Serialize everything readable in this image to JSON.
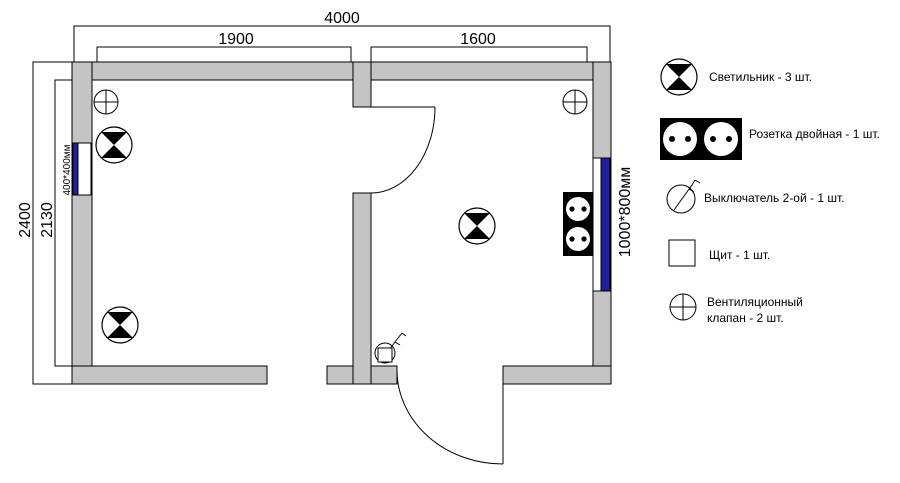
{
  "dimensions": {
    "overall_width": "4000",
    "left_room_width": "1900",
    "right_room_width": "1600",
    "overall_height": "2400",
    "inner_height": "2130",
    "left_window": "400*400мм",
    "right_window": "1000*800мм"
  },
  "legend": {
    "light": "Светильник - 3 шт.",
    "socket": "Розетка двойная - 1 шт.",
    "switch": "Выключатель 2-ой - 1 шт.",
    "panel": "Щит - 1 шт.",
    "vent_line1": "Вентиляционный",
    "vent_line2": "клапан - 2 шт."
  },
  "colors": {
    "wall": "#c4c4c4",
    "window": "#20209a"
  }
}
